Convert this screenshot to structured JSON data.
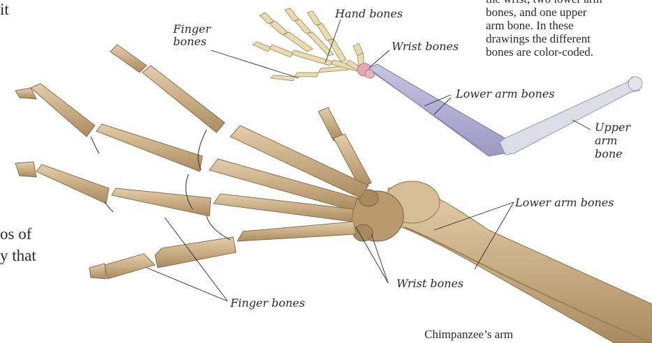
{
  "left_text": {
    "top_fragment": "it",
    "bottom_lines": [
      "os of",
      "y that"
    ]
  },
  "info_box": {
    "lines": [
      "the wrist, two lower arm",
      "bones, and one upper",
      "arm bone. In these",
      "drawings the different",
      "bones are color-coded."
    ]
  },
  "labels": {
    "hand_bones": "Hand bones",
    "finger_bones_top": [
      "Finger",
      "bones"
    ],
    "wrist_bones_top": "Wrist bones",
    "lower_arm_bones_top": "Lower arm bones",
    "upper_arm_bone": [
      "Upper",
      "arm",
      "bone"
    ],
    "lower_arm_bones_bottom": "Lower arm bones",
    "wrist_bones_bottom": "Wrist bones",
    "finger_bones_bottom": "Finger bones"
  },
  "caption": "Chimpanzee’s arm",
  "colors": {
    "bone_photo": "#c9ad84",
    "finger_drawing": "#e8dcb0",
    "wrist_drawing": "#e3a9b3",
    "lower_arm_drawing": "#b2aed3",
    "upper_arm_drawing": "#dcdde6"
  }
}
